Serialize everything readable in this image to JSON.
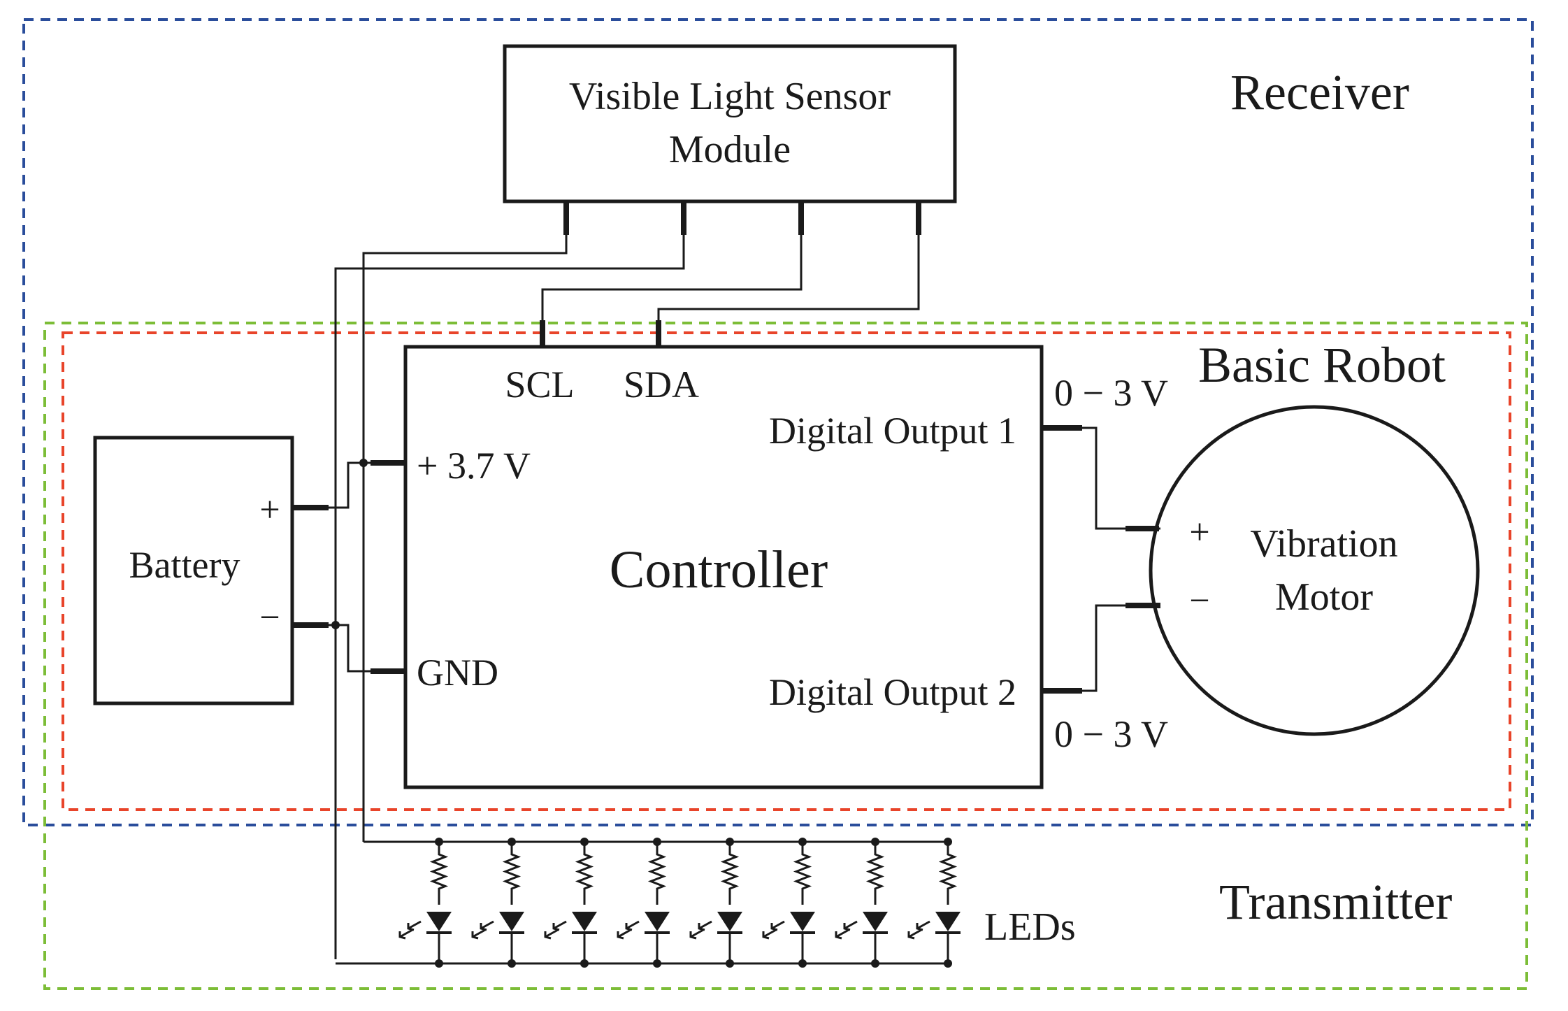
{
  "regions": {
    "receiver": {
      "label": "Receiver",
      "color": "#2a4d9b"
    },
    "basic_robot": {
      "label": "Basic Robot",
      "color": "#e8442a"
    },
    "transmitter": {
      "label": "Transmitter",
      "color": "#7cbd37"
    }
  },
  "sensor": {
    "line1": "Visible Light Sensor",
    "line2": "Module"
  },
  "controller": {
    "label": "Controller",
    "scl": "SCL",
    "sda": "SDA",
    "vplus": "+ 3.7 V",
    "gnd": "GND",
    "dout1": "Digital Output 1",
    "dout2": "Digital Output 2"
  },
  "voltage": {
    "top": "0 − 3 V",
    "bottom": "0 − 3 V"
  },
  "battery": {
    "label": "Battery",
    "plus": "+",
    "minus": "−"
  },
  "motor": {
    "line1": "Vibration",
    "line2": "Motor",
    "plus": "+",
    "minus": "−"
  },
  "leds": {
    "label": "LEDs",
    "count": 8
  }
}
